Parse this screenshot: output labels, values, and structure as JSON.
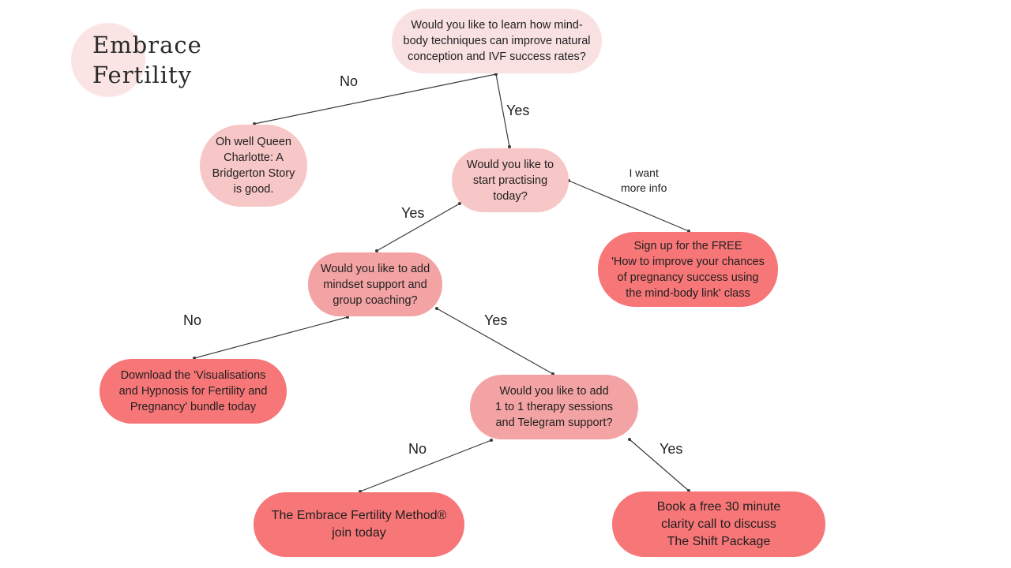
{
  "brand": {
    "line1": "Embrace",
    "line2": "Fertility",
    "circle_color": "#fbe4e4"
  },
  "colors": {
    "question_light": "#f9e1e2",
    "question_mid": "#f7c6c7",
    "question_deep": "#f4a3a4",
    "outcome": "#f77677",
    "line": "#3a3a3a"
  },
  "nodes": {
    "q1": "Would you like to learn how mind-\nbody techniques can improve natural\nconception and IVF success rates?",
    "no_outcome": "Oh well Queen\nCharlotte: A\nBridgerton Story\nis good.",
    "q2": "Would you like to\nstart practising\ntoday?",
    "free_class": "Sign up for the FREE\n'How to improve your chances\nof pregnancy success using\nthe mind-body link' class",
    "q3": "Would you like to add\nmindset support and\ngroup coaching?",
    "bundle": "Download the 'Visualisations\nand Hypnosis for Fertility and\nPregnancy' bundle today",
    "q4": "Would you like to add\n1 to 1 therapy sessions\nand Telegram support?",
    "method": "The Embrace Fertility Method®\njoin today",
    "clarity_call": "Book a free 30 minute\nclarity call to discuss\nThe Shift Package"
  },
  "edge_labels": {
    "q1_no": "No",
    "q1_yes": "Yes",
    "q2_yes": "Yes",
    "q2_info": "I want\nmore info",
    "q3_no": "No",
    "q3_yes": "Yes",
    "q4_no": "No",
    "q4_yes": "Yes"
  }
}
